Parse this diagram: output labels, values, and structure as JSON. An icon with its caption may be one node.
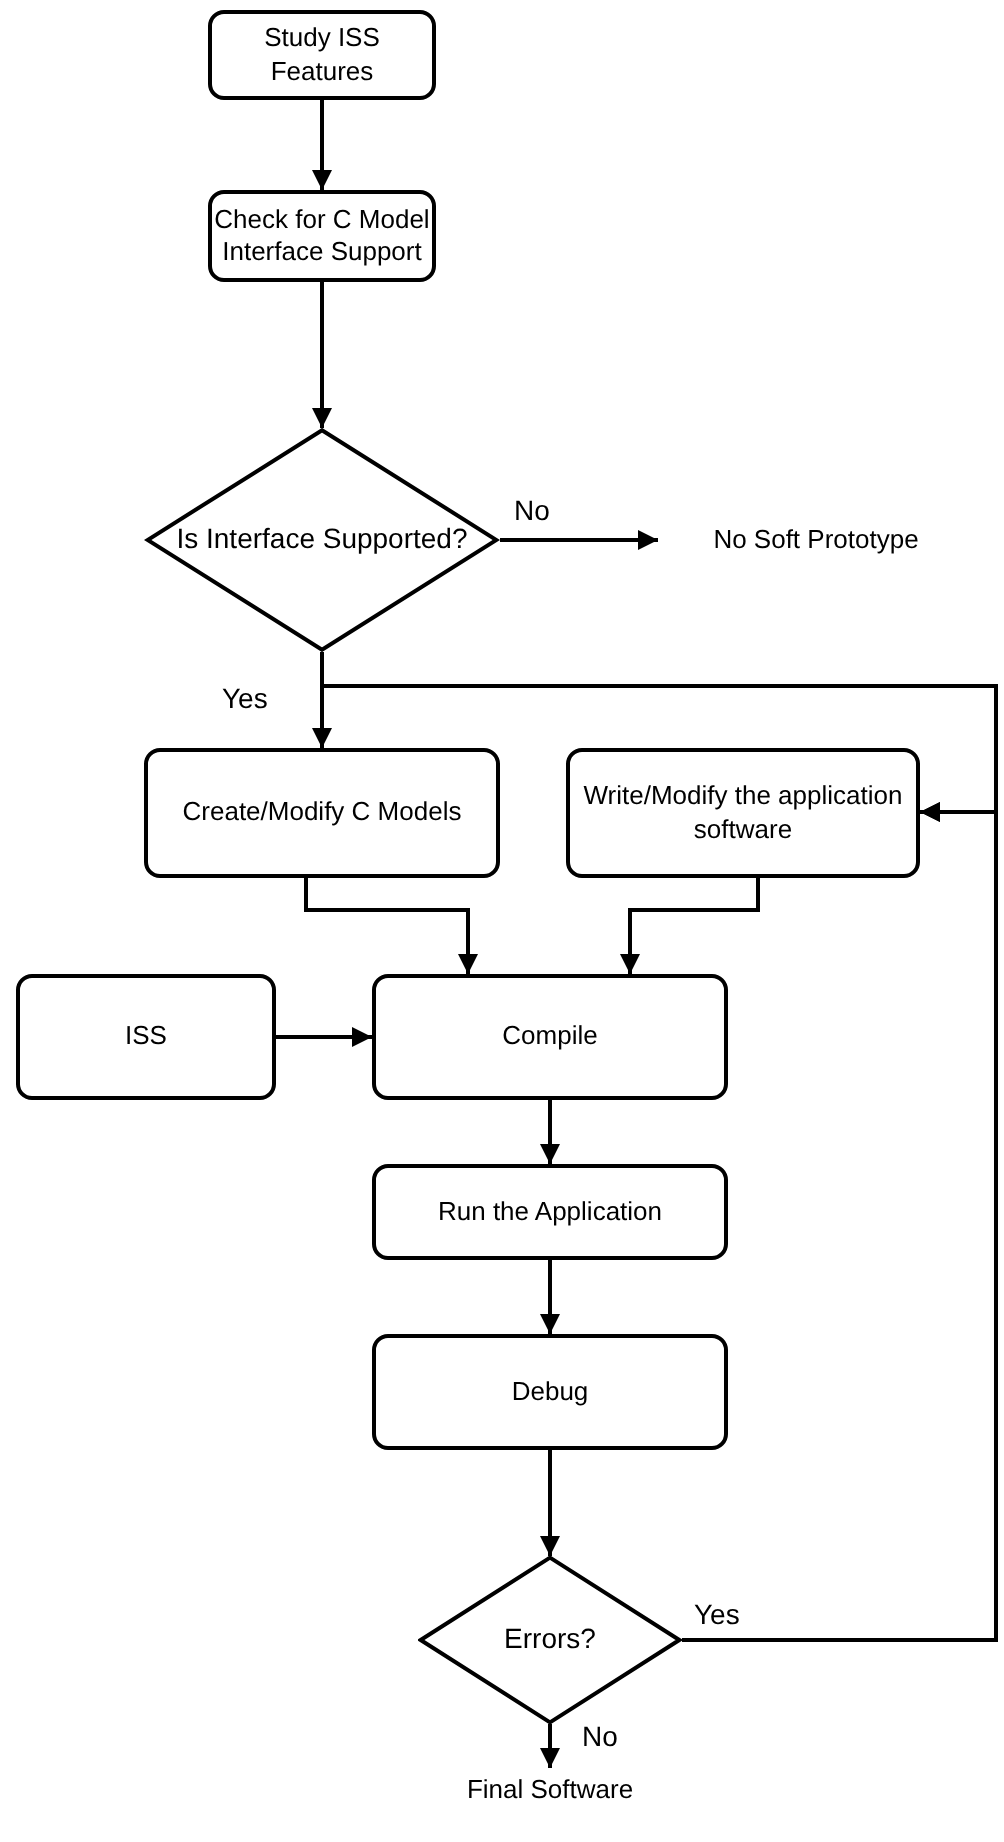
{
  "diagram": {
    "nodes": [
      {
        "text": [
          "Study ISS Features"
        ]
      },
      {
        "text": [
          "Check for C Model Interface Support"
        ]
      },
      {
        "text": [
          "Is Interface Supported?"
        ]
      },
      {
        "text": [
          "No Soft Prototype"
        ]
      },
      {
        "text": [
          "Create/Modify C Models"
        ]
      },
      {
        "text": [
          "Write/Modify the application software"
        ]
      },
      {
        "text": [
          "ISS"
        ]
      },
      {
        "text": [
          "Compile"
        ]
      },
      {
        "text": [
          "Run the Application"
        ]
      },
      {
        "text": [
          "Debug"
        ]
      },
      {
        "text": [
          "Errors?"
        ]
      },
      {
        "text": [
          "Final Software"
        ]
      }
    ],
    "edges": [
      {
        "from": 0,
        "to": 1,
        "arrow": "to"
      },
      {
        "from": 1,
        "to": 2,
        "arrow": "to"
      },
      {
        "from": 2,
        "to": 3,
        "arrow": "to",
        "label": "No"
      },
      {
        "from": 2,
        "to": 4,
        "arrow": "to",
        "label": "Yes"
      },
      {
        "from": 2,
        "to": 5,
        "arrow": "to"
      },
      {
        "from": 4,
        "to": 7,
        "arrow": "to"
      },
      {
        "from": 5,
        "to": 7,
        "arrow": "to"
      },
      {
        "from": 6,
        "to": 7,
        "arrow": "to"
      },
      {
        "from": 7,
        "to": 8,
        "arrow": "to"
      },
      {
        "from": 8,
        "to": 9,
        "arrow": "to"
      },
      {
        "from": 9,
        "to": 10,
        "arrow": "to"
      },
      {
        "from": 10,
        "to": 5,
        "arrow": "to",
        "label": "Yes"
      },
      {
        "from": 10,
        "to": 11,
        "arrow": "to",
        "label": "No"
      }
    ]
  }
}
